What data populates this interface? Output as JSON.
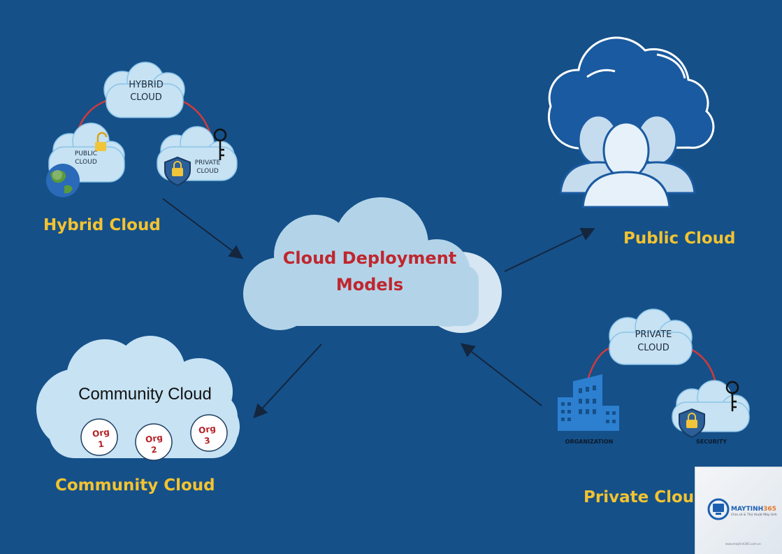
{
  "center": {
    "line1": "Cloud Deployment",
    "line2": "Models"
  },
  "hybrid": {
    "label": "Hybrid Cloud",
    "cloud_top": {
      "line1": "HYBRID",
      "line2": "CLOUD"
    },
    "cloud_left": {
      "line1": "PUBLIC",
      "line2": "CLOUD"
    },
    "cloud_right": {
      "line1": "PRIVATE",
      "line2": "CLOUD"
    }
  },
  "public": {
    "label": "Public Cloud"
  },
  "community": {
    "label": "Community Cloud",
    "cloud_title": "Community Cloud",
    "orgs": [
      {
        "name": "Org",
        "num": "1"
      },
      {
        "name": "Org",
        "num": "2"
      },
      {
        "name": "Org",
        "num": "3"
      }
    ]
  },
  "private": {
    "label": "Private Cloud",
    "cloud": {
      "line1": "PRIVATE",
      "line2": "CLOUD"
    },
    "organization_label": "ORGANIZATION",
    "security_label": "SECURITY"
  },
  "logo": {
    "brand_main": "MAYTINH",
    "brand_num": "365",
    "tagline": "Chia sẻ & Thủ thuật Máy tính",
    "url": "www.maytinh365.com.vn"
  },
  "icons": [
    "globe-icon",
    "open-padlock-icon",
    "shield-lock-icon",
    "key-icon",
    "users-group-icon",
    "building-icon",
    "arrow-icon"
  ]
}
